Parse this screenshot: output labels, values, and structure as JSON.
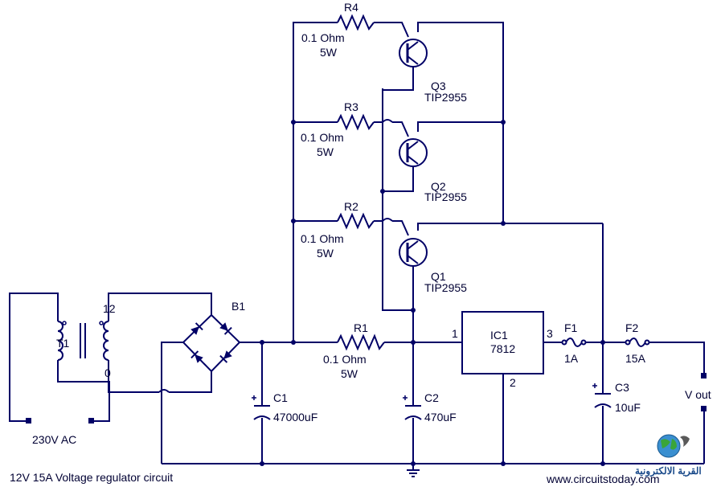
{
  "title": "12V 15A Voltage regulator circuit",
  "website": "www.circuitstoday.com",
  "logo_text": "القرية الالكترونية",
  "colors": {
    "wire": "#000066",
    "text": "#000033",
    "background": "#ffffff"
  },
  "transformer": {
    "name": "T1",
    "primary_label": "230V AC",
    "tap_12": "12",
    "tap_0": "0"
  },
  "bridge": {
    "name": "B1"
  },
  "resistors": {
    "r1": {
      "name": "R1",
      "value": "0.1 Ohm",
      "power": "5W"
    },
    "r2": {
      "name": "R2",
      "value": "0.1 Ohm",
      "power": "5W"
    },
    "r3": {
      "name": "R3",
      "value": "0.1 Ohm",
      "power": "5W"
    },
    "r4": {
      "name": "R4",
      "value": "0.1 Ohm",
      "power": "5W"
    }
  },
  "transistors": {
    "q1": {
      "name": "Q1",
      "part": "TIP2955"
    },
    "q2": {
      "name": "Q2",
      "part": "TIP2955"
    },
    "q3": {
      "name": "Q3",
      "part": "TIP2955"
    }
  },
  "capacitors": {
    "c1": {
      "name": "C1",
      "value": "47000uF"
    },
    "c2": {
      "name": "C2",
      "value": "470uF"
    },
    "c3": {
      "name": "C3",
      "value": "10uF"
    }
  },
  "regulator": {
    "name": "IC1",
    "part": "7812",
    "pin1": "1",
    "pin2": "2",
    "pin3": "3"
  },
  "fuses": {
    "f1": {
      "name": "F1",
      "value": "1A"
    },
    "f2": {
      "name": "F2",
      "value": "15A"
    }
  },
  "output": {
    "label": "V out"
  }
}
